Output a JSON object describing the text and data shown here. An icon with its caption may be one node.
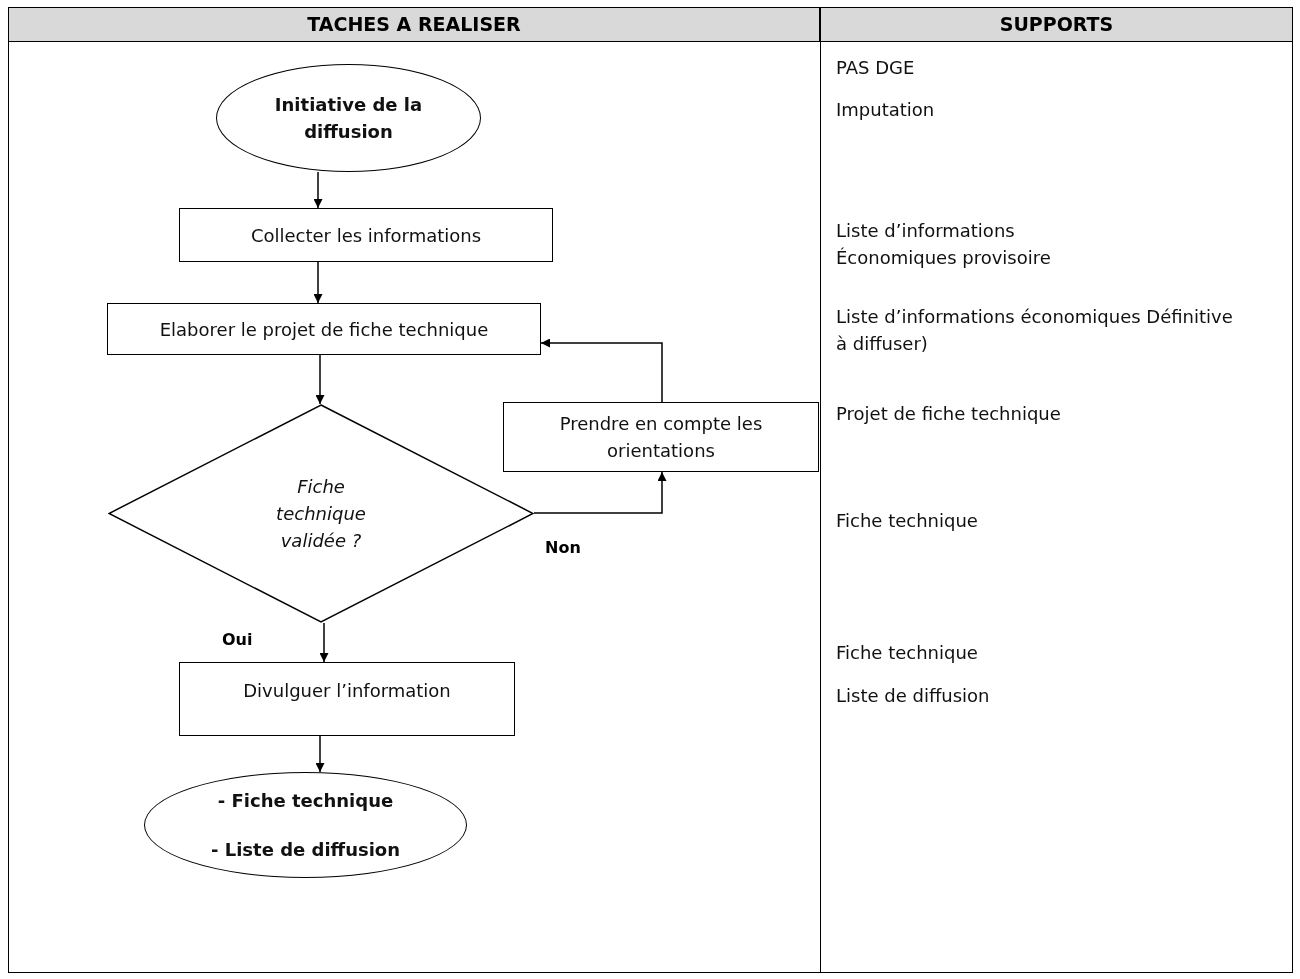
{
  "diagram": {
    "nodes": [
      {
        "text": [
          "Initiative de la diffusion"
        ]
      },
      {
        "text": [
          "Collecter les informations"
        ]
      },
      {
        "text": [
          "Elaborer le projet de fiche technique"
        ]
      },
      {
        "text": [
          "Fiche technique validée ?"
        ]
      },
      {
        "text": [
          "Prendre en compte les orientations"
        ]
      },
      {
        "text": [
          "Divulguer l’information"
        ]
      },
      {
        "text": [
          "- Fiche technique",
          "- Liste de diffusion"
        ]
      }
    ],
    "edges": [
      {
        "from": 0,
        "to": 1,
        "arrow": "to"
      },
      {
        "from": 1,
        "to": 2,
        "arrow": "to"
      },
      {
        "from": 2,
        "to": 3,
        "arrow": "to"
      },
      {
        "from": 3,
        "to": 4,
        "arrow": "to",
        "label": "Non"
      },
      {
        "from": 4,
        "to": 2,
        "arrow": "to"
      },
      {
        "from": 3,
        "to": 5,
        "arrow": "to",
        "label": "Oui"
      },
      {
        "from": 5,
        "to": 6,
        "arrow": "to"
      }
    ],
    "labels": [
      "TACHES A REALISER",
      "SUPPORTS",
      "PAS DGE",
      "Imputation",
      "Liste d’informations Économiques provisoire",
      "Liste d’informations économiques Définitive à diffuser)",
      "Projet de fiche technique",
      "Fiche technique",
      "Fiche technique",
      "Liste de diffusion"
    ]
  }
}
